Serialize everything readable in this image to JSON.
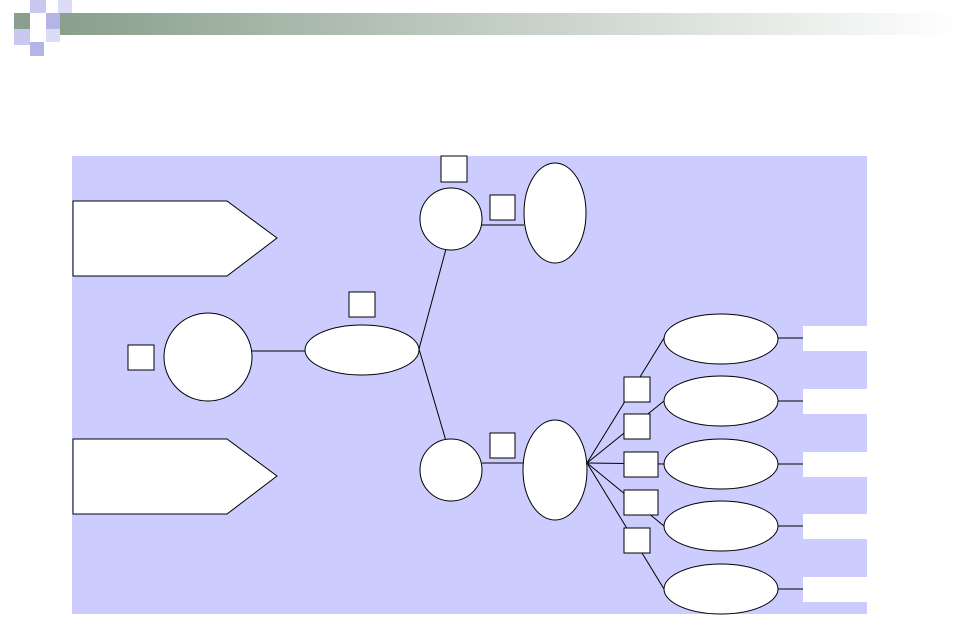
{
  "slide": {
    "title": ""
  },
  "colors": {
    "panel": "#ccccff",
    "node_fill": "#ffffff",
    "stroke": "#000000",
    "header_start": "#8a9f8c",
    "header_end": "#ffffff",
    "deco_light": "#c8c8f0",
    "deco_mid": "#b4b4e6",
    "deco_green": "#8a9f8c"
  },
  "diagram": {
    "nodes": [
      {
        "id": "pentagon-top",
        "shape": "pentagon",
        "label": ""
      },
      {
        "id": "pentagon-bottom",
        "shape": "pentagon",
        "label": ""
      },
      {
        "id": "root-box",
        "shape": "box",
        "label": ""
      },
      {
        "id": "root-circle",
        "shape": "circle",
        "label": ""
      },
      {
        "id": "center-box",
        "shape": "box",
        "label": ""
      },
      {
        "id": "center-ellipse",
        "shape": "ellipse",
        "label": ""
      },
      {
        "id": "upper-box",
        "shape": "box",
        "label": ""
      },
      {
        "id": "upper-circle",
        "shape": "circle",
        "label": ""
      },
      {
        "id": "upper-right-box",
        "shape": "box",
        "label": ""
      },
      {
        "id": "upper-ellipse",
        "shape": "ellipse",
        "label": ""
      },
      {
        "id": "lower-circle",
        "shape": "circle",
        "label": ""
      },
      {
        "id": "lower-box",
        "shape": "box",
        "label": ""
      },
      {
        "id": "lower-ellipse",
        "shape": "ellipse",
        "label": ""
      },
      {
        "id": "leaf-ellipse-1",
        "shape": "ellipse",
        "label": ""
      },
      {
        "id": "leaf-ellipse-2",
        "shape": "ellipse",
        "label": ""
      },
      {
        "id": "leaf-ellipse-3",
        "shape": "ellipse",
        "label": ""
      },
      {
        "id": "leaf-ellipse-4",
        "shape": "ellipse",
        "label": ""
      },
      {
        "id": "leaf-ellipse-5",
        "shape": "ellipse",
        "label": ""
      },
      {
        "id": "leaf-box-1",
        "shape": "box",
        "label": ""
      },
      {
        "id": "leaf-box-2",
        "shape": "box",
        "label": ""
      },
      {
        "id": "leaf-box-3",
        "shape": "box",
        "label": ""
      },
      {
        "id": "leaf-box-4",
        "shape": "box",
        "label": ""
      },
      {
        "id": "leaf-box-5",
        "shape": "box",
        "label": ""
      },
      {
        "id": "result-box-1",
        "shape": "box",
        "label": ""
      },
      {
        "id": "result-box-2",
        "shape": "box",
        "label": ""
      },
      {
        "id": "result-box-3",
        "shape": "box",
        "label": ""
      },
      {
        "id": "result-box-4",
        "shape": "box",
        "label": ""
      },
      {
        "id": "result-box-5",
        "shape": "box",
        "label": ""
      }
    ],
    "edges": [
      {
        "from": "root-circle",
        "to": "center-ellipse"
      },
      {
        "from": "center-ellipse",
        "to": "upper-circle"
      },
      {
        "from": "center-ellipse",
        "to": "lower-circle"
      },
      {
        "from": "upper-circle",
        "to": "upper-ellipse"
      },
      {
        "from": "lower-circle",
        "to": "lower-ellipse"
      },
      {
        "from": "lower-ellipse",
        "to": "leaf-ellipse-1"
      },
      {
        "from": "lower-ellipse",
        "to": "leaf-ellipse-2"
      },
      {
        "from": "lower-ellipse",
        "to": "leaf-ellipse-3"
      },
      {
        "from": "lower-ellipse",
        "to": "leaf-ellipse-4"
      },
      {
        "from": "lower-ellipse",
        "to": "leaf-ellipse-5"
      },
      {
        "from": "leaf-ellipse-1",
        "to": "result-box-1"
      },
      {
        "from": "leaf-ellipse-2",
        "to": "result-box-2"
      },
      {
        "from": "leaf-ellipse-3",
        "to": "result-box-3"
      },
      {
        "from": "leaf-ellipse-4",
        "to": "result-box-4"
      },
      {
        "from": "leaf-ellipse-5",
        "to": "result-box-5"
      }
    ]
  }
}
